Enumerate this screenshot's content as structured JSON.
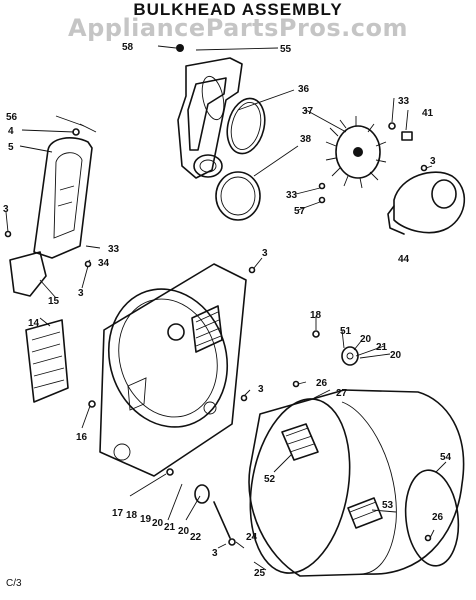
{
  "title": "BULKHEAD ASSEMBLY",
  "watermark": "AppliancePartsPros.com",
  "subtitle": "",
  "corner_note": "C/3",
  "callouts": [
    "58",
    "55",
    "36",
    "56",
    "4",
    "5",
    "33",
    "41",
    "37",
    "38",
    "3",
    "33",
    "57",
    "33",
    "34",
    "44",
    "15",
    "14",
    "3",
    "18",
    "51",
    "20",
    "21",
    "20",
    "16",
    "3",
    "26",
    "27",
    "52",
    "54",
    "53",
    "26",
    "17",
    "18",
    "19",
    "20",
    "21",
    "20",
    "22",
    "24",
    "3",
    "25",
    "3",
    "3"
  ]
}
